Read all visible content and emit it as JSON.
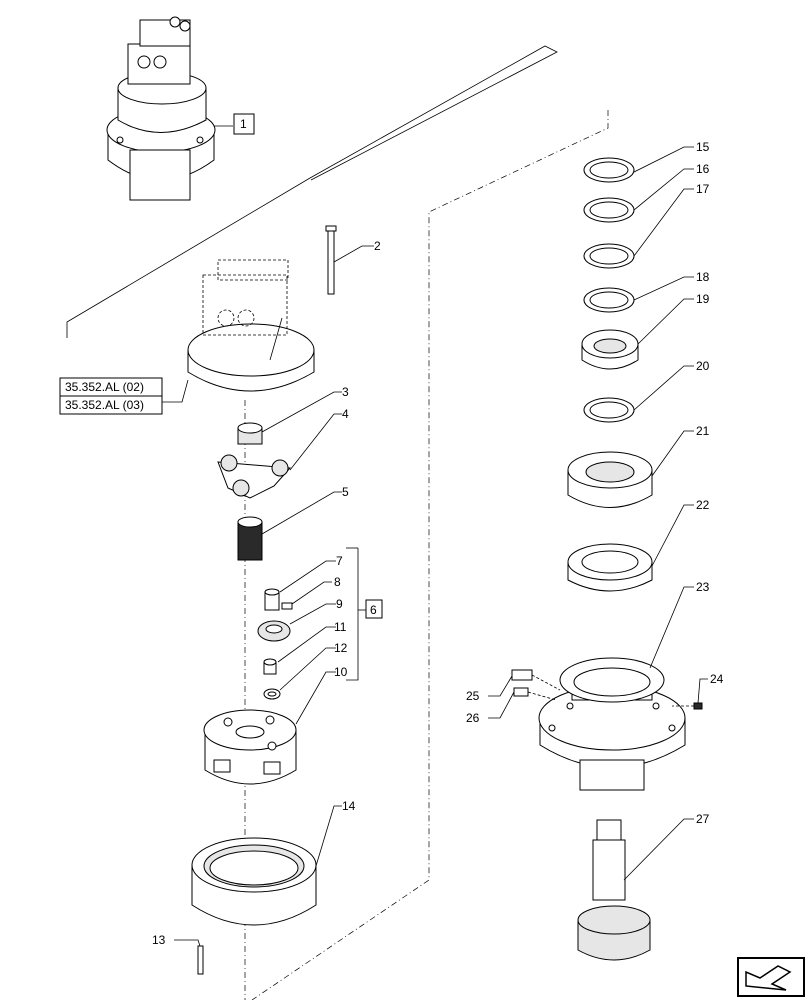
{
  "items": {
    "i1": "1",
    "i2": "2",
    "i3": "3",
    "i4": "4",
    "i5": "5",
    "i6": "6",
    "i7": "7",
    "i8": "8",
    "i9": "9",
    "i10": "10",
    "i11": "11",
    "i12": "12",
    "i13": "13",
    "i14": "14",
    "i15": "15",
    "i16": "16",
    "i17": "17",
    "i18": "18",
    "i19": "19",
    "i20": "20",
    "i21": "21",
    "i22": "22",
    "i23": "23",
    "i24": "24",
    "i25": "25",
    "i26": "26",
    "i27": "27"
  },
  "refs": {
    "r1": "35.352.AL (02)",
    "r2": "35.352.AL (03)"
  },
  "nav": {
    "icon": "next-page-arrow-icon"
  }
}
